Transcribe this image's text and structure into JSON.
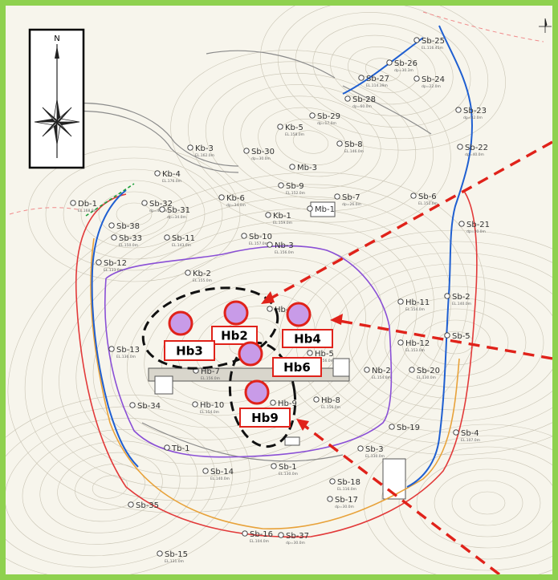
{
  "compass": {
    "north_label": "N"
  },
  "colors": {
    "frame": "#8fd14f",
    "blue_line": "#1f5fd1",
    "red_line": "#e23a3a",
    "purple_line": "#8a4fd6",
    "orange_line": "#e8a23a",
    "dashed_red": "#e0221a",
    "marker_fill": "#c89be8",
    "marker_stroke": "#e0221a"
  },
  "survey_points": [
    {
      "label": "Sb-25",
      "sub": "EL.116.45m"
    },
    {
      "label": "Sb-26",
      "sub": "dp=30.3m"
    },
    {
      "label": "Sb-27",
      "sub": "EL.114.39m"
    },
    {
      "label": "Sb-24",
      "sub": "dp=22.0m"
    },
    {
      "label": "Sb-28",
      "sub": "dp=60.0m"
    },
    {
      "label": "Sb-23",
      "sub": "dp=32.0m"
    },
    {
      "label": "Kb-5",
      "sub": "EL.158.0m"
    },
    {
      "label": "Sb-29",
      "sub": "dp=17.0m"
    },
    {
      "label": "Sb-8",
      "sub": "EL.146.0m"
    },
    {
      "label": "Sb-22",
      "sub": "dp=40.0m"
    },
    {
      "label": "Kb-3",
      "sub": "EL.162.0m"
    },
    {
      "label": "Sb-30",
      "sub": "dp=30.0m"
    },
    {
      "label": "Mb-3",
      "sub": ""
    },
    {
      "label": "Kb-4",
      "sub": "EL.176.0m"
    },
    {
      "label": "Kb-6",
      "sub": "dp=34.0m"
    },
    {
      "label": "Sb-9",
      "sub": "EL.152.0m"
    },
    {
      "label": "Sb-7",
      "sub": "dp=26.0m"
    },
    {
      "label": "Sb-6",
      "sub": "EL.152.0m"
    },
    {
      "label": "Db-1",
      "sub": "EL.168.0m"
    },
    {
      "label": "Sb-32",
      "sub": "dp=40.0m"
    },
    {
      "label": "Sb-31",
      "sub": "dp=34.0m"
    },
    {
      "label": "Mb-1",
      "sub": ""
    },
    {
      "label": "Kb-1",
      "sub": "EL.159.0m"
    },
    {
      "label": "Sb-21",
      "sub": "dp=30.0m"
    },
    {
      "label": "Sb-38",
      "sub": ""
    },
    {
      "label": "Sb-33",
      "sub": "EL.150.0m"
    },
    {
      "label": "Sb-10",
      "sub": "EL.157.0m"
    },
    {
      "label": "Sb-11",
      "sub": "EL.143.0m"
    },
    {
      "label": "Nb-3",
      "sub": "EL.156.0m"
    },
    {
      "label": "Sb-12",
      "sub": "EL.133.0m"
    },
    {
      "label": "Kb-2",
      "sub": "EL.155.0m"
    },
    {
      "label": "Sb-2",
      "sub": "EL.140.0m"
    },
    {
      "label": "Hb-1",
      "sub": ""
    },
    {
      "label": "Hb-11",
      "sub": "EL.154.0m"
    },
    {
      "label": "Hb-12",
      "sub": "EL.153.0m"
    },
    {
      "label": "Sb-5",
      "sub": ""
    },
    {
      "label": "Sb-13",
      "sub": "EL.136.0m"
    },
    {
      "label": "Hb-5",
      "sub": "EL.156.0m"
    },
    {
      "label": "Nb-2",
      "sub": "EL.154.0m"
    },
    {
      "label": "Sb-20",
      "sub": "EL.130.0m"
    },
    {
      "label": "Hb-7",
      "sub": "EL.156.0m"
    },
    {
      "label": "Hb-10",
      "sub": "EL.154.0m"
    },
    {
      "label": "Hb-8",
      "sub": "EL.156.0m"
    },
    {
      "label": "Sb-34",
      "sub": ""
    },
    {
      "label": "Hb-9",
      "sub": ""
    },
    {
      "label": "Sb-19",
      "sub": ""
    },
    {
      "label": "Sb-4",
      "sub": "EL.107.0m"
    },
    {
      "label": "Tb-1",
      "sub": ""
    },
    {
      "label": "Sb-3",
      "sub": "EL.130.0m"
    },
    {
      "label": "Sb-14",
      "sub": "EL.140.0m"
    },
    {
      "label": "Sb-1",
      "sub": "EL.130.0m"
    },
    {
      "label": "Sb-18",
      "sub": "EL.116.0m"
    },
    {
      "label": "Sb-17",
      "sub": "dp=30.0m"
    },
    {
      "label": "Sb-35",
      "sub": ""
    },
    {
      "label": "Sb-16",
      "sub": "EL.104.0m"
    },
    {
      "label": "Sb-37",
      "sub": "dp=30.0m"
    },
    {
      "label": "Sb-15",
      "sub": "EL.131.0m"
    }
  ],
  "boreholes": [
    {
      "label": "Hb2"
    },
    {
      "label": "Hb3"
    },
    {
      "label": "Hb4"
    },
    {
      "label": "Hb6"
    },
    {
      "label": "Hb9"
    }
  ]
}
